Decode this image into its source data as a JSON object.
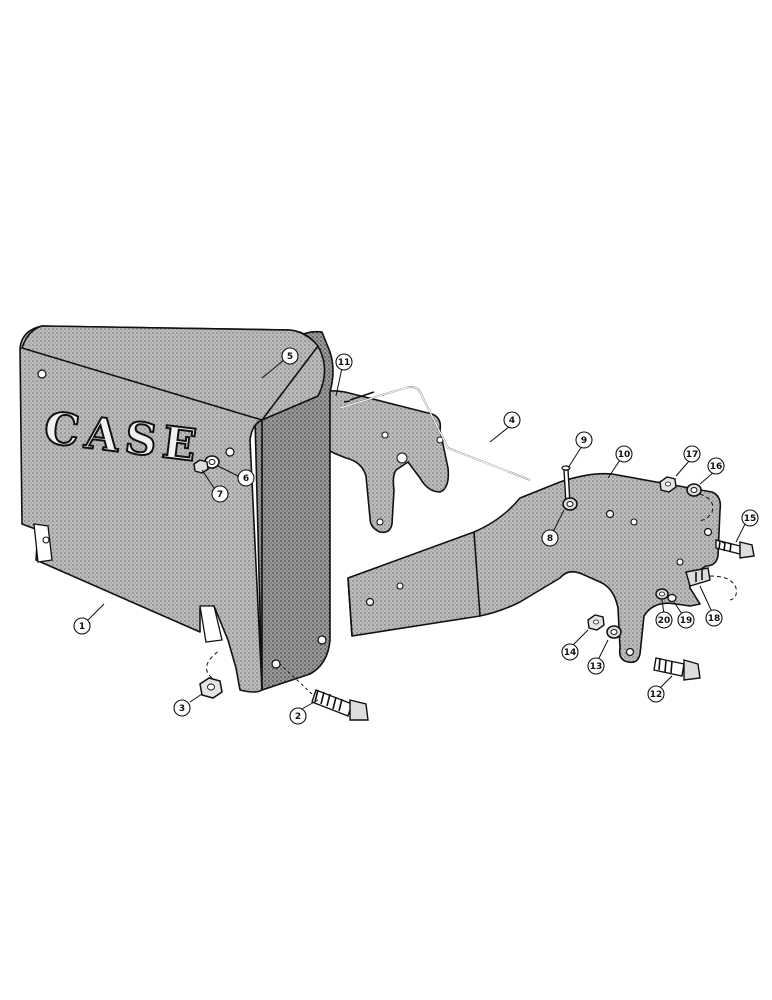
{
  "diagram": {
    "brand_logo": "CASE",
    "callouts": [
      {
        "id": "1",
        "label": "1"
      },
      {
        "id": "2",
        "label": "2"
      },
      {
        "id": "3",
        "label": "3"
      },
      {
        "id": "4",
        "label": "4"
      },
      {
        "id": "5",
        "label": "5"
      },
      {
        "id": "6",
        "label": "6"
      },
      {
        "id": "7",
        "label": "7"
      },
      {
        "id": "8",
        "label": "8"
      },
      {
        "id": "9",
        "label": "9"
      },
      {
        "id": "10",
        "label": "10"
      },
      {
        "id": "11",
        "label": "11"
      },
      {
        "id": "12",
        "label": "12"
      },
      {
        "id": "13",
        "label": "13"
      },
      {
        "id": "14",
        "label": "14"
      },
      {
        "id": "15",
        "label": "15"
      },
      {
        "id": "16",
        "label": "16"
      },
      {
        "id": "17",
        "label": "17"
      },
      {
        "id": "18",
        "label": "18"
      },
      {
        "id": "19",
        "label": "19"
      },
      {
        "id": "20",
        "label": "20"
      }
    ]
  }
}
